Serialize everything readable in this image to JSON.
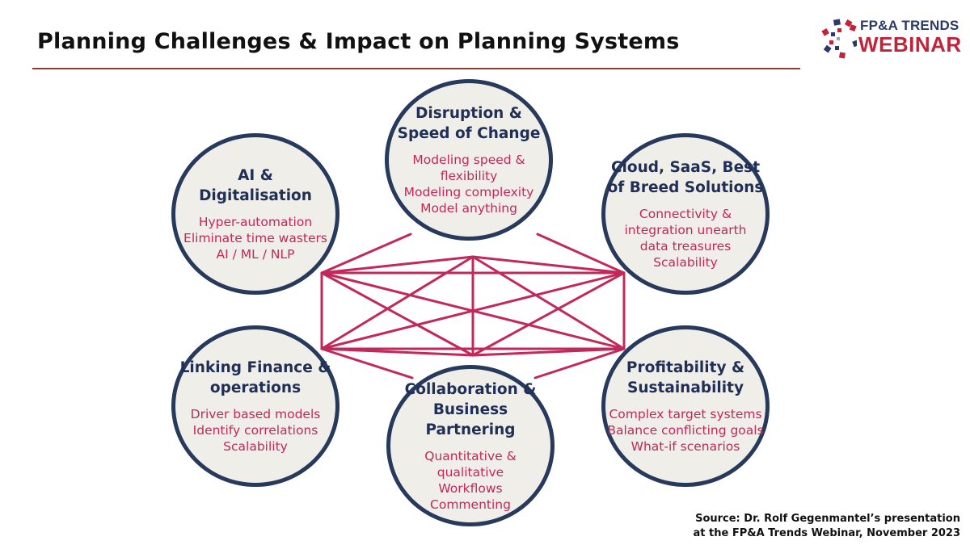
{
  "header": {
    "title": "Planning Challenges & Impact on Planning Systems",
    "logo_line1": "FP&A TRENDS",
    "logo_line2": "WEBINAR"
  },
  "colors": {
    "circle_border": "#273a5c",
    "circle_fill": "#efeee9",
    "heading_text": "#1f2f55",
    "item_text": "#c2285a",
    "connector": "#c2285a",
    "rule": "#9a3a2e"
  },
  "diagram": {
    "nodes": [
      {
        "id": "ai",
        "heading": "AI &\nDigitalisation",
        "items": [
          "Hyper-automation",
          "Eliminate time wasters",
          "AI / ML / NLP"
        ]
      },
      {
        "id": "disruption",
        "heading": "Disruption &\nSpeed of Change",
        "items": [
          "Modeling speed &",
          "flexibility",
          "Modeling complexity",
          "Model anything"
        ]
      },
      {
        "id": "cloud",
        "heading": "Cloud, SaaS, Best\nof Breed Solutions",
        "items": [
          "Connectivity &",
          "integration unearth",
          "data treasures",
          "Scalability"
        ]
      },
      {
        "id": "linking",
        "heading": "Linking Finance &\noperations",
        "items": [
          "Driver based models",
          "Identify correlations",
          "Scalability"
        ]
      },
      {
        "id": "collab",
        "heading": "Collaboration &\nBusiness Partnering",
        "items": [
          "Quantitative &",
          "qualitative",
          "Workflows",
          "Commenting"
        ]
      },
      {
        "id": "profit",
        "heading": "Profitability &\nSustainability",
        "items": [
          "Complex target systems",
          "Balance conflicting goals",
          "What-if scenarios"
        ]
      }
    ]
  },
  "source": {
    "line1": "Source: Dr. Rolf Gegenmantel’s presentation",
    "line2": "at the FP&A Trends Webinar, November 2023"
  }
}
